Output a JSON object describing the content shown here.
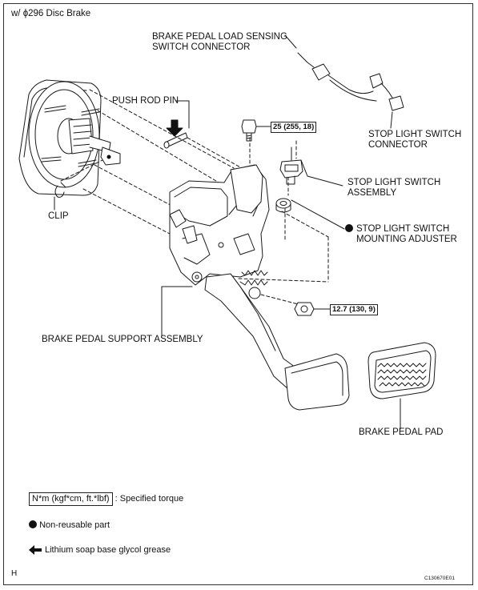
{
  "header": {
    "variant": "w/ ϕ296 Disc Brake"
  },
  "labels": {
    "load_sensing_connector_line1": "BRAKE PEDAL LOAD SENSING",
    "load_sensing_connector_line2": "SWITCH CONNECTOR",
    "push_rod_pin": "PUSH ROD PIN",
    "stop_light_connector_line1": "STOP LIGHT SWITCH",
    "stop_light_connector_line2": "CONNECTOR",
    "stop_light_assembly_line1": "STOP LIGHT SWITCH",
    "stop_light_assembly_line2": "ASSEMBLY",
    "mounting_adjuster_line1": "STOP LIGHT SWITCH",
    "mounting_adjuster_line2": "MOUNTING ADJUSTER",
    "clip": "CLIP",
    "support_assembly": "BRAKE PEDAL SUPPORT ASSEMBLY",
    "pedal_pad": "BRAKE PEDAL PAD"
  },
  "torque": {
    "bolt_upper": "25 (255, 18)",
    "nut_lower": "12.7 (130, 9)"
  },
  "legend": {
    "torque_unit": "N*m (kgf*cm, ft.*lbf)",
    "torque_desc": ": Specified torque",
    "non_reusable": "Non-reusable part",
    "grease": "Lithium soap base glycol grease"
  },
  "footer": {
    "left_code": "H",
    "figure_id": "C130670E01"
  },
  "colors": {
    "line": "#1a1a1a",
    "marker": "#111111",
    "background": "#ffffff"
  }
}
